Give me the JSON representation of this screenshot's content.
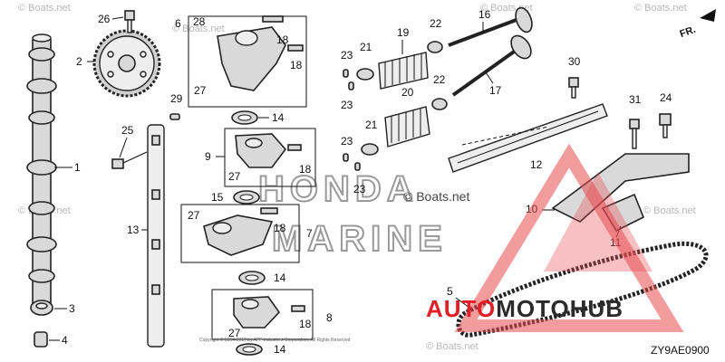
{
  "watermark_top": "© Boats.net",
  "watermark_center": "© Boats.net",
  "watermark_brand_line1": "HONDA",
  "watermark_brand_line2": "MARINE",
  "direction_label": "FR.",
  "drawing_code": "ZY9AE0900",
  "copyright_line": "Copyright © 2004-2017 by APP Industries Corporation, All Rights Reserved",
  "logo": {
    "word_red": "AUTO",
    "word_dark1": "MOTO",
    "word_dark2": "HUB",
    "color_red": "#e31e24",
    "color_dark": "#2b2b2b",
    "triangle_color": "#e84a4f"
  },
  "callouts": {
    "c1": "1",
    "c2": "2",
    "c3": "3",
    "c4": "4",
    "c5": "5",
    "c6": "6",
    "c7": "7",
    "c8": "8",
    "c9": "9",
    "c10": "10",
    "c11": "11",
    "c12": "12",
    "c13": "13",
    "c14a": "14",
    "c14b": "14",
    "c14c": "14",
    "c15": "15",
    "c16": "16",
    "c17": "17",
    "c18a": "18",
    "c18b": "18",
    "c18c": "18",
    "c18d": "18",
    "c18e": "18",
    "c19": "19",
    "c20": "20",
    "c21a": "21",
    "c21b": "21",
    "c22a": "22",
    "c22b": "22",
    "c23a": "23",
    "c23b": "23",
    "c23c": "23",
    "c23d": "23",
    "c24": "24",
    "c25": "25",
    "c26": "26",
    "c27a": "27",
    "c27b": "27",
    "c27c": "27",
    "c27d": "27",
    "c28": "28",
    "c29": "29",
    "c30": "30",
    "c31": "31"
  }
}
